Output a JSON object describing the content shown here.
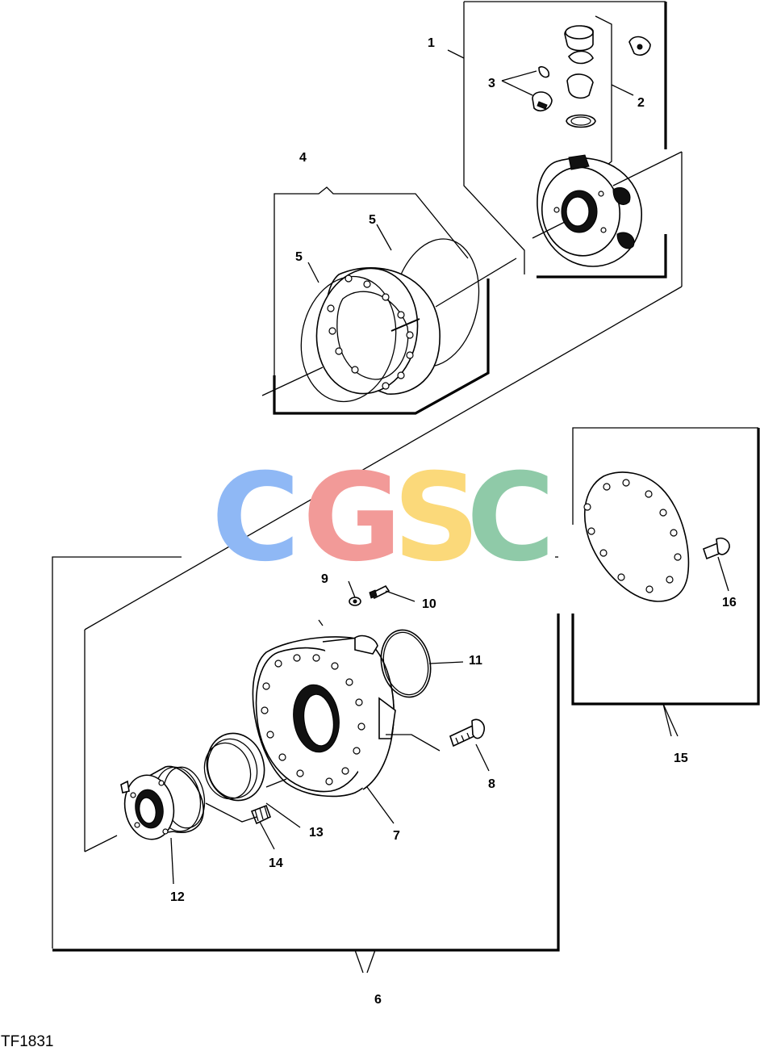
{
  "callouts": {
    "c1": "1",
    "c2": "2",
    "c3": "3",
    "c4": "4",
    "c5a": "5",
    "c5b": "5",
    "c6": "6",
    "c7": "7",
    "c8": "8",
    "c9": "9",
    "c10": "10",
    "c11": "11",
    "c12": "12",
    "c13": "13",
    "c14": "14",
    "c15": "15",
    "c16": "16"
  },
  "watermark": {
    "letters": [
      "C",
      "G",
      "S",
      "C"
    ],
    "colors": [
      "#8fb8f5",
      "#f29a98",
      "#fbd97a",
      "#8fcaa8"
    ]
  },
  "figure_ref": "TF1831"
}
